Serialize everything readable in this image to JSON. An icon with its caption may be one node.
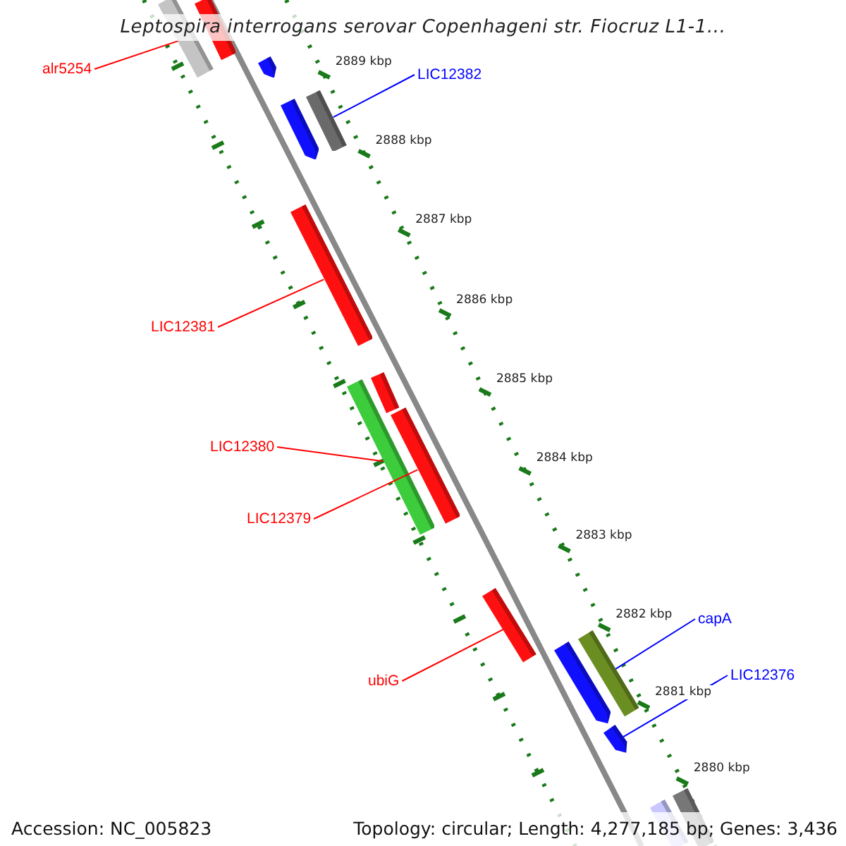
{
  "diagram": {
    "title": "Leptospira interrogans serovar Copenhageni str. Fiocruz L1-1...",
    "nodes": [
      {
        "text": [
          "alr5254"
        ]
      },
      {
        "text": [
          "LIC12382"
        ]
      },
      {
        "text": [
          "LIC12381"
        ]
      },
      {
        "text": [
          "LIC12380"
        ]
      },
      {
        "text": [
          "LIC12379"
        ]
      },
      {
        "text": [
          "ubiG"
        ]
      },
      {
        "text": [
          "capA"
        ]
      },
      {
        "text": [
          "LIC12376"
        ]
      },
      {
        "text": [],
        "shape": "bar"
      },
      {
        "text": [],
        "shape": "bar"
      },
      {
        "text": [],
        "shape": "bar"
      },
      {
        "text": [],
        "shape": "bar"
      },
      {
        "text": [],
        "shape": "bar"
      },
      {
        "text": [],
        "shape": "bar"
      },
      {
        "text": [],
        "shape": "bar"
      },
      {
        "text": [],
        "shape": "bar"
      },
      {
        "text": [],
        "shape": "bar"
      },
      {
        "text": [],
        "shape": "bar"
      },
      {
        "text": [],
        "shape": "bar"
      },
      {
        "text": [],
        "shape": "bar"
      },
      {
        "text": [],
        "shape": "bar"
      },
      {
        "text": [],
        "shape": "bar"
      },
      {
        "text": [],
        "shape": "bar"
      }
    ],
    "edges": [
      {
        "from": 0,
        "to": 8,
        "arrow": "none"
      },
      {
        "from": 1,
        "to": 12,
        "arrow": "none",
        "color": "#0000ff"
      },
      {
        "from": 2,
        "to": 13,
        "arrow": "none"
      },
      {
        "from": 3,
        "to": 15,
        "arrow": "none"
      },
      {
        "from": 4,
        "to": 16,
        "arrow": "none"
      },
      {
        "from": 5,
        "to": 17,
        "arrow": "none"
      },
      {
        "from": 6,
        "to": 19,
        "arrow": "none",
        "color": "#0000ff"
      },
      {
        "from": 7,
        "to": 20,
        "arrow": "none",
        "color": "#0000ff"
      }
    ],
    "labels": [
      "2889 kbp",
      "2888 kbp",
      "2887 kbp",
      "2886 kbp",
      "2885 kbp",
      "2884 kbp",
      "2883 kbp",
      "2882 kbp",
      "2881 kbp",
      "2880 kbp",
      "Accession: NC_005823",
      "Topology: circular; Length: 4,277,185 bp; Genes: 3,436"
    ]
  }
}
